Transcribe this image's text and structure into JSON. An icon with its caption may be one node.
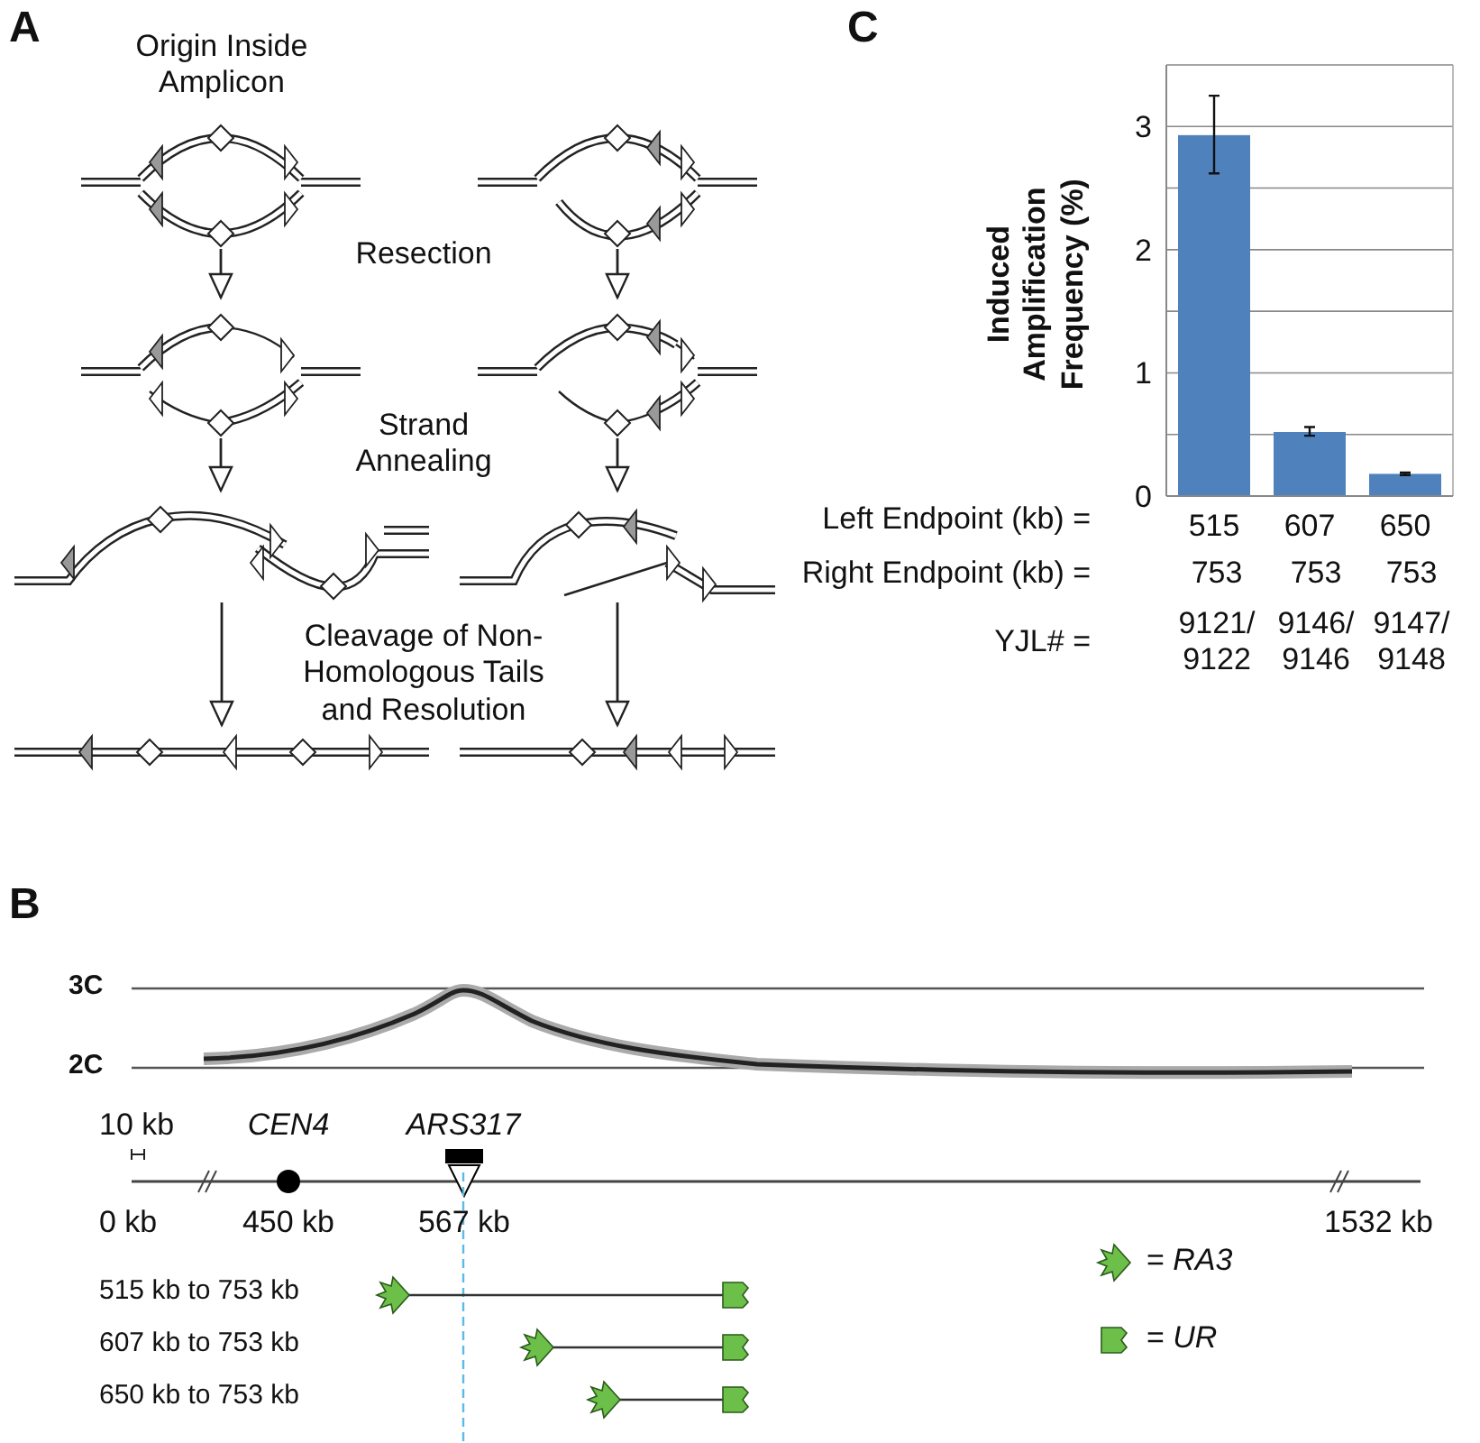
{
  "diagram": {
    "nodes": [
      {
        "text": [],
        "shape": "picture"
      },
      {
        "text": [],
        "shape": "picture"
      },
      {
        "text": [],
        "shape": "picture"
      },
      {
        "text": [],
        "shape": "picture"
      },
      {
        "text": [],
        "shape": "picture"
      },
      {
        "text": [],
        "shape": "picture"
      },
      {
        "text": [],
        "shape": "picture"
      },
      {
        "text": [],
        "shape": "picture"
      }
    ],
    "edges": [
      {
        "from": 0,
        "to": 2,
        "arrow": "to"
      },
      {
        "from": 1,
        "to": 3,
        "arrow": "to"
      },
      {
        "from": 2,
        "to": 4,
        "arrow": "to"
      },
      {
        "from": 3,
        "to": 5,
        "arrow": "to"
      },
      {
        "from": 4,
        "to": 6,
        "arrow": "to"
      },
      {
        "from": 5,
        "to": 7,
        "arrow": "to"
      }
    ],
    "labels": [
      "A",
      "Origin Inside Amplicon",
      "Resection",
      "Strand Annealing",
      "Cleavage of Non-Homologous Tails and Resolution",
      "C",
      "Left Endpoint (kb) =",
      "Right Endpoint (kb) =",
      "753",
      "753",
      "753",
      "YJL# =",
      "9121/ 9122",
      "9146/ 9146",
      "9147/ 9148",
      "B",
      "3C",
      "2C",
      "10 kb",
      "CEN4",
      "ARS317",
      "0 kb",
      "450 kb",
      "567 kb",
      "1532 kb",
      "515 kb to 753 kb",
      "607 kb to 753 kb",
      "650 kb to 753 kb"
    ],
    "legend": [
      {
        "text": "= *RA3*"
      },
      {
        "text": "= *UR*"
      }
    ],
    "chart_data": {
      "type": "bar",
      "ylabel": "Induced Amplification Frequency (%)",
      "categories": [
        "515",
        "607",
        "650"
      ],
      "series": [
        {
          "color": "#4f81bd",
          "values": [
            2.93,
            0.52,
            0.18
          ],
          "errors": [
            [
              2.62,
              3.25
            ],
            [
              0.49,
              0.56
            ],
            [
              0.17,
              0.19
            ]
          ]
        }
      ],
      "ylim": [
        0,
        3.5
      ],
      "yticks": [
        0,
        1,
        2,
        3
      ],
      "grid": true
    }
  }
}
